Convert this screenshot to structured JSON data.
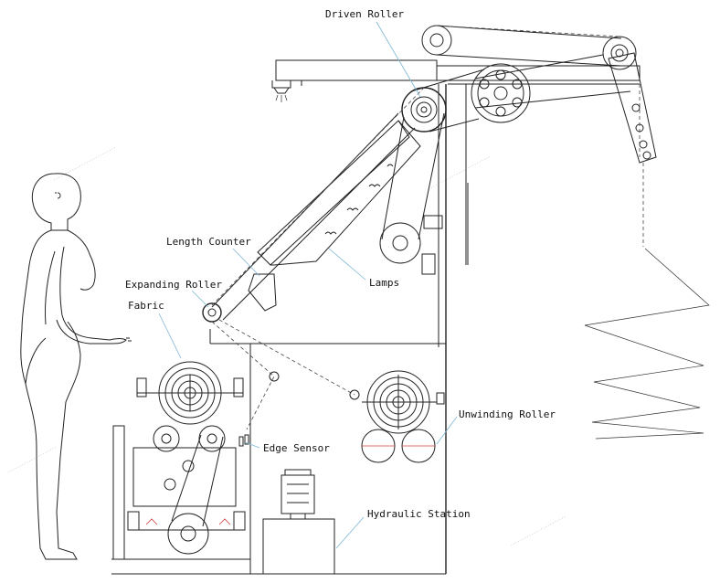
{
  "labels": {
    "driven_roller": "Driven Roller",
    "length_counter": "Length Counter",
    "expanding_roller": "Expanding Roller",
    "fabric": "Fabric",
    "lamps": "Lamps",
    "edge_sensor": "Edge Sensor",
    "unwinding_roller": "Unwinding Roller",
    "hydraulic_station": "Hydraulic Station"
  },
  "colors": {
    "line": "#222222",
    "leader": "#7fb7d6",
    "accent": "#d04040"
  }
}
